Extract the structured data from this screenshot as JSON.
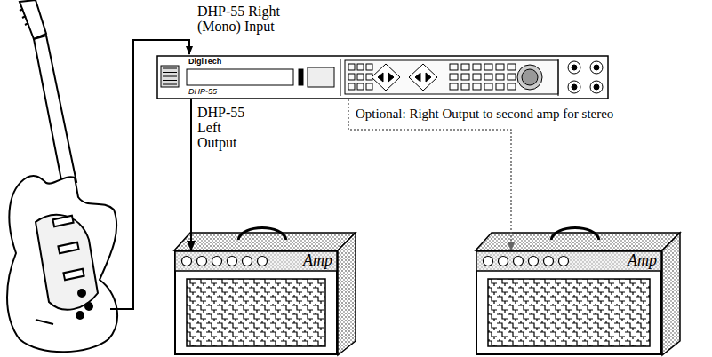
{
  "diagram": {
    "nodes": [
      {
        "text": [
          "DigiTech",
          "DHP-55"
        ]
      },
      {
        "text": [
          "Amp"
        ]
      },
      {
        "text": [
          "Amp"
        ]
      }
    ],
    "edges": [
      {
        "from": 0,
        "to": 1,
        "arrow": "to",
        "label": "DHP-55 Left Output"
      },
      {
        "from": 0,
        "to": 2,
        "arrow": "to",
        "label": "Optional: Right Output to second amp for stereo"
      }
    ],
    "labels": [
      "DHP-55 Right (Mono) Input"
    ]
  }
}
